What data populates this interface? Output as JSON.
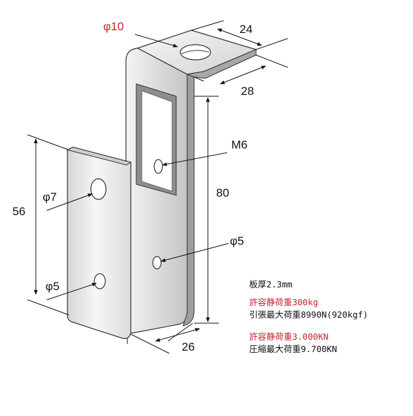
{
  "labels": {
    "hole_top": "φ10",
    "width_top": "24",
    "depth_top": "28",
    "bolt": "M6",
    "height_long": "80",
    "hole_lower_right": "φ5",
    "height_short": "56",
    "hole_upper_left": "φ7",
    "hole_lower_left": "φ5",
    "width_bottom": "26"
  },
  "specs": {
    "thickness": "板厚2.3mm",
    "allowable_load_1": "許容静荷重300kg",
    "max_tensile": "引張最大荷重8990N(920kgf)",
    "allowable_load_2": "許容静荷重3.000KN",
    "max_compression": "圧縮最大荷重9.700KN"
  },
  "colors": {
    "accent_red": "#c0262c",
    "text": "#111111",
    "metal_light": "#f2f2f2",
    "metal_dark": "#bdbdbd"
  }
}
